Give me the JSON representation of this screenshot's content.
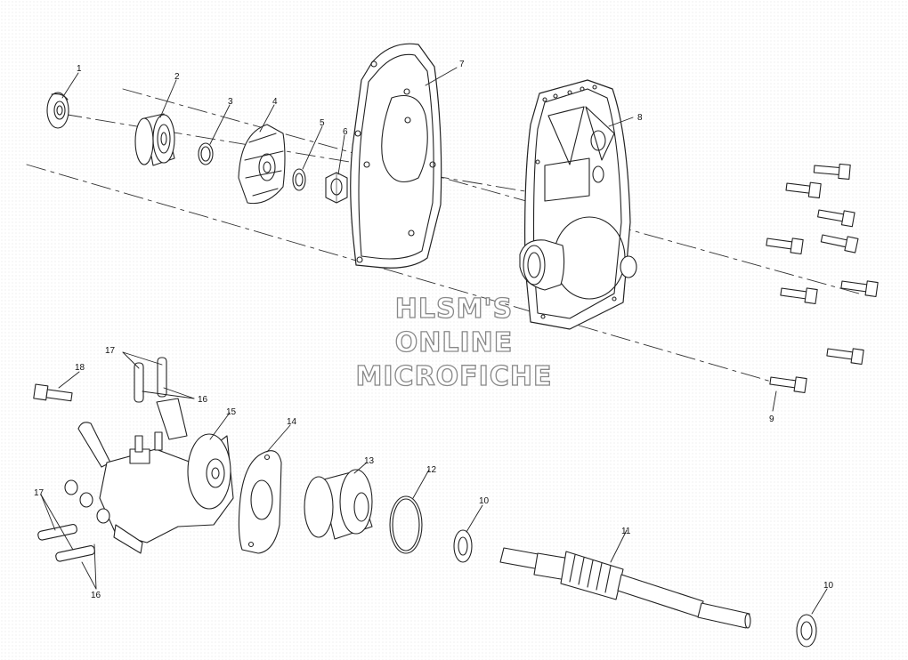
{
  "watermark": {
    "line1": "HLSM'S",
    "line2": "ONLINE",
    "line3": "MICROFICHE"
  },
  "callouts": {
    "c1": "1",
    "c2": "2",
    "c3": "3",
    "c4": "4",
    "c5": "5",
    "c6": "6",
    "c7": "7",
    "c8": "8",
    "c9": "9",
    "c10a": "10",
    "c10b": "10",
    "c11": "11",
    "c12": "12",
    "c13": "13",
    "c14": "14",
    "c15": "15",
    "c16a": "16",
    "c16b": "16",
    "c17a": "17",
    "c17b": "17",
    "c18": "18"
  }
}
